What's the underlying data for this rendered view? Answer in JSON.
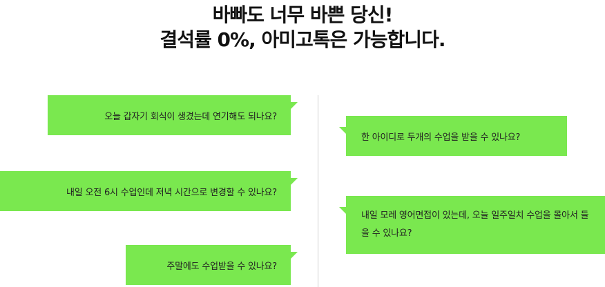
{
  "headline": {
    "line1": "바빠도 너무 바쁜 당신!",
    "line2": "결석률 0%, 아미고톡은 가능합니다."
  },
  "left_bubbles": [
    "오늘 갑자기 회식이 생겼는데 연기해도 되나요?",
    "내일 오전 6시 수업인데 저녁 시간으로 변경할 수 있나요?",
    "주말에도 수업받을 수 있나요?"
  ],
  "right_bubbles": [
    "한 아이디로 두개의 수업을 받을 수 있나요?",
    "내일 모레 영어면접이 있는데, 오늘 일주일치 수업을 몰아서 들을 수 있나요?"
  ],
  "colors": {
    "bubble": "#7ae84f",
    "divider": "#cfcfcf"
  }
}
